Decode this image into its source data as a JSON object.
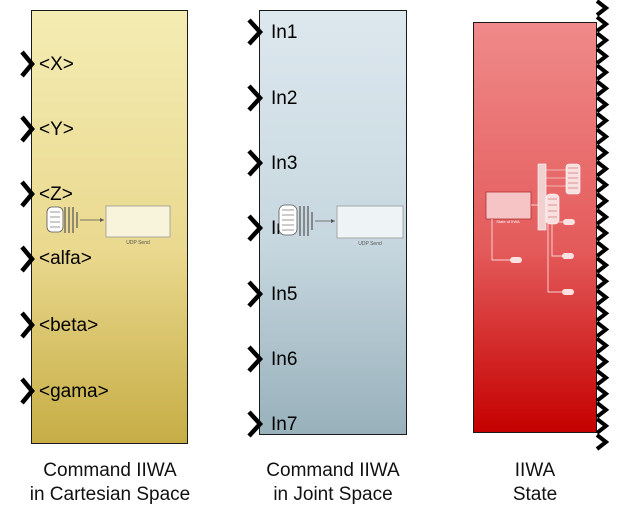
{
  "blocks": [
    {
      "caption_line1": "Command IIWA",
      "caption_line2": "in Cartesian Space",
      "ports": [
        "<X>",
        "<Y>",
        "<Z>",
        "<alfa>",
        "<beta>",
        "<gama>"
      ],
      "inner_label": "UDP Send",
      "color": "#ead98f"
    },
    {
      "caption_line1": "Command IIWA",
      "caption_line2": "in Joint Space",
      "ports": [
        "In1",
        "In2",
        "In3",
        "In4",
        "In5",
        "In6",
        "In7"
      ],
      "inner_label": "UDP Send",
      "color": "#c7d7df"
    },
    {
      "caption_line1": "IIWA",
      "caption_line2": "State",
      "inner_label": "State of IIWA",
      "output_port_count": 28,
      "color": "#e45b5b"
    }
  ]
}
